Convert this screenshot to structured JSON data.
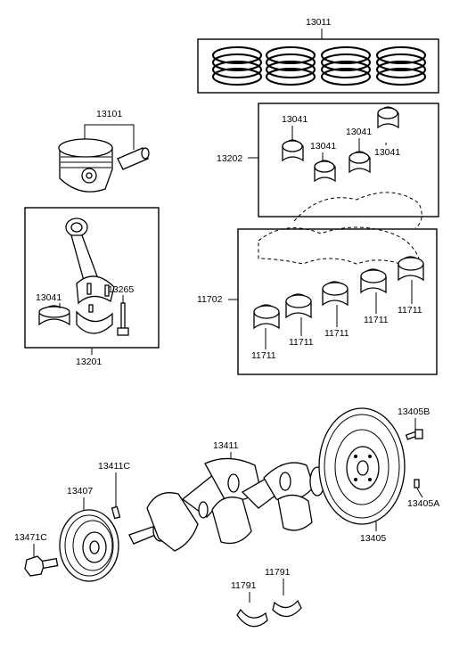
{
  "labels": {
    "ring_set": "13011",
    "piston": "13101",
    "bearing_a1": "13041",
    "bearing_a2": "13041",
    "bearing_a3": "13041",
    "bearing_a4": "13041",
    "bearing_set": "13202",
    "conrod_bearing": "13041",
    "conrod_bolt": "13265",
    "conrod": "13201",
    "main_bearing_set": "11702",
    "mb1": "11711",
    "mb2": "11711",
    "mb3": "11711",
    "mb4": "11711",
    "mb5": "11711",
    "crankshaft": "13411",
    "key": "13411C",
    "pulley": "13407",
    "pulley_bolt": "13471C",
    "flywheel_bolt": "13405B",
    "flywheel_pin": "13405A",
    "flywheel": "13405",
    "thrust_washer_1": "11791",
    "thrust_washer_2": "11791"
  }
}
